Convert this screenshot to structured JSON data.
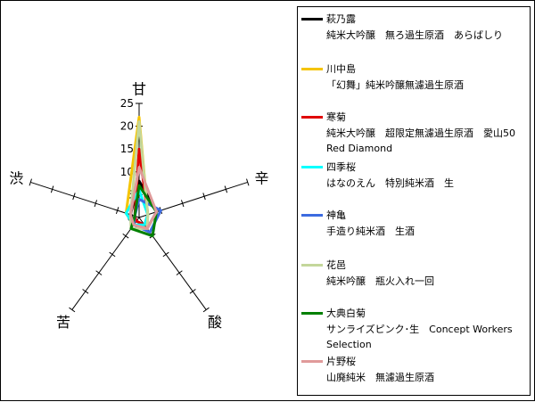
{
  "chart_data": {
    "type": "radar",
    "axes": [
      "甘",
      "辛",
      "酸",
      "苦",
      "渋"
    ],
    "radial_range": [
      0,
      25
    ],
    "radial_ticks": [
      "0",
      "5",
      "10",
      "15",
      "20",
      "25"
    ],
    "series": [
      {
        "name": "萩乃露",
        "description": "純米大吟醸　無ろ過生原酒　あらばしり",
        "color": "#000000",
        "values": [
          8,
          4,
          3,
          2,
          2
        ]
      },
      {
        "name": "川中島",
        "description": "「幻舞」純米吟醸無濾過生原酒",
        "color": "#f5c400",
        "values": [
          22,
          2,
          3,
          2,
          3
        ]
      },
      {
        "name": "寒菊",
        "description": "純米大吟醸　超限定無濾過生原酒　愛山50 Red Diamond",
        "color": "#e00000",
        "values": [
          15,
          2,
          2,
          1,
          1
        ]
      },
      {
        "name": "四季桜",
        "description": "はなのえん　特別純米酒　生",
        "color": "#00ffff",
        "values": [
          6,
          2,
          2,
          2,
          3
        ]
      },
      {
        "name": "神亀",
        "description": "手造り純米酒　生酒",
        "color": "#3c6be0",
        "values": [
          4,
          5,
          4,
          2,
          1
        ]
      },
      {
        "name": "花邑",
        "description": "純米吟醸　瓶火入れ一回",
        "color": "#c4d79b",
        "values": [
          21,
          2,
          3,
          3,
          2
        ]
      },
      {
        "name": "大典白菊",
        "description": "サンライズピンク･生　Concept Workers Selection",
        "color": "#008000",
        "values": [
          7,
          4,
          5,
          3,
          1
        ]
      },
      {
        "name": "片野桜",
        "description": "山廃純米　無濾過生原酒",
        "color": "#e09a9a",
        "values": [
          11,
          4,
          3,
          2,
          2
        ]
      }
    ]
  }
}
